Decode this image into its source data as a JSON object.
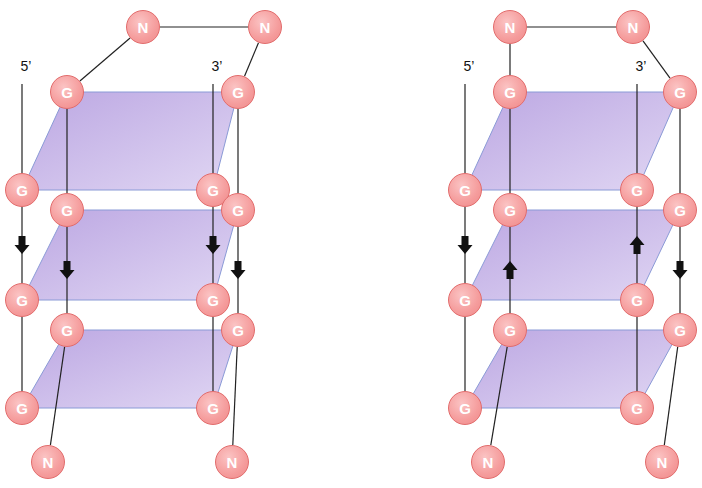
{
  "diagram": {
    "nodes": [
      {
        "text": [
          "N"
        ]
      },
      {
        "text": [
          "N"
        ]
      },
      {
        "text": [
          "G"
        ]
      },
      {
        "text": [
          "G"
        ]
      },
      {
        "text": [
          "G"
        ]
      },
      {
        "text": [
          "G"
        ]
      },
      {
        "text": [
          "G"
        ]
      },
      {
        "text": [
          "G"
        ]
      },
      {
        "text": [
          "G"
        ]
      },
      {
        "text": [
          "G"
        ]
      },
      {
        "text": [
          "G"
        ]
      },
      {
        "text": [
          "G"
        ]
      },
      {
        "text": [
          "G"
        ]
      },
      {
        "text": [
          "G"
        ]
      },
      {
        "text": [
          "N"
        ]
      },
      {
        "text": [
          "N"
        ]
      },
      {
        "text": [
          "N"
        ]
      },
      {
        "text": [
          "N"
        ]
      },
      {
        "text": [
          "G"
        ]
      },
      {
        "text": [
          "G"
        ]
      },
      {
        "text": [
          "G"
        ]
      },
      {
        "text": [
          "G"
        ]
      },
      {
        "text": [
          "G"
        ]
      },
      {
        "text": [
          "G"
        ]
      },
      {
        "text": [
          "G"
        ]
      },
      {
        "text": [
          "G"
        ]
      },
      {
        "text": [
          "G"
        ]
      },
      {
        "text": [
          "G"
        ]
      },
      {
        "text": [
          "G"
        ]
      },
      {
        "text": [
          "G"
        ]
      },
      {
        "text": [
          "N"
        ]
      },
      {
        "text": [
          "N"
        ]
      }
    ],
    "edges": [
      {
        "from": 0,
        "to": 1,
        "arrow": "none"
      },
      {
        "from": 0,
        "to": 2,
        "arrow": "none"
      },
      {
        "from": 1,
        "to": 3,
        "arrow": "none"
      },
      {
        "from": 2,
        "to": 6,
        "arrow": "none"
      },
      {
        "from": 6,
        "to": 10,
        "arrow": "to"
      },
      {
        "from": 10,
        "to": 14,
        "arrow": "none"
      },
      {
        "from": 3,
        "to": 7,
        "arrow": "none"
      },
      {
        "from": 7,
        "to": 11,
        "arrow": "to"
      },
      {
        "from": 11,
        "to": 15,
        "arrow": "none"
      },
      {
        "from": 4,
        "to": 8,
        "arrow": "to"
      },
      {
        "from": 8,
        "to": 12,
        "arrow": "none"
      },
      {
        "from": 5,
        "to": 9,
        "arrow": "to"
      },
      {
        "from": 9,
        "to": 13,
        "arrow": "none"
      },
      {
        "from": 16,
        "to": 17,
        "arrow": "none"
      },
      {
        "from": 16,
        "to": 18,
        "arrow": "none"
      },
      {
        "from": 17,
        "to": 19,
        "arrow": "none"
      },
      {
        "from": 18,
        "to": 22,
        "arrow": "none"
      },
      {
        "from": 26,
        "to": 22,
        "arrow": "to"
      },
      {
        "from": 26,
        "to": 30,
        "arrow": "none"
      },
      {
        "from": 19,
        "to": 23,
        "arrow": "none"
      },
      {
        "from": 23,
        "to": 27,
        "arrow": "to"
      },
      {
        "from": 27,
        "to": 31,
        "arrow": "none"
      },
      {
        "from": 20,
        "to": 24,
        "arrow": "to"
      },
      {
        "from": 24,
        "to": 28,
        "arrow": "none"
      },
      {
        "from": 25,
        "to": 21,
        "arrow": "to"
      },
      {
        "from": 25,
        "to": 29,
        "arrow": "none"
      }
    ],
    "labels": [
      "5’",
      "3’",
      "5’",
      "3’"
    ]
  }
}
